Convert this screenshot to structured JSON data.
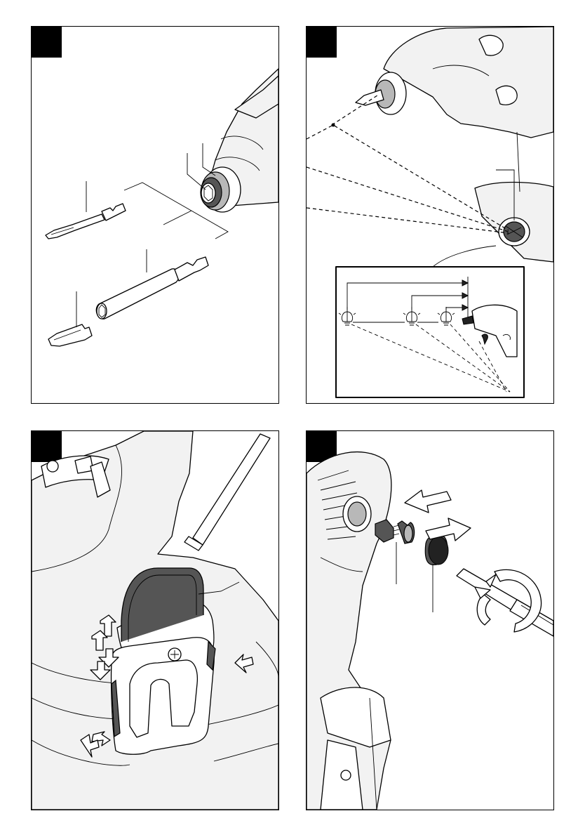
{
  "figures": [
    {
      "id": "fig-1",
      "content": "bits-and-chuck"
    },
    {
      "id": "fig-2",
      "content": "led-work-light"
    },
    {
      "id": "fig-3",
      "content": "belt-hook"
    },
    {
      "id": "fig-4",
      "content": "carbon-brush-replacement"
    }
  ],
  "colors": {
    "line": "#000000",
    "badge": "#000000",
    "fill_light": "#f2f2f2",
    "fill_grey": "#b8b8b8"
  },
  "icons": [
    "led-bulb-icon",
    "push-arrow-icon",
    "rotate-arrow-icon"
  ]
}
